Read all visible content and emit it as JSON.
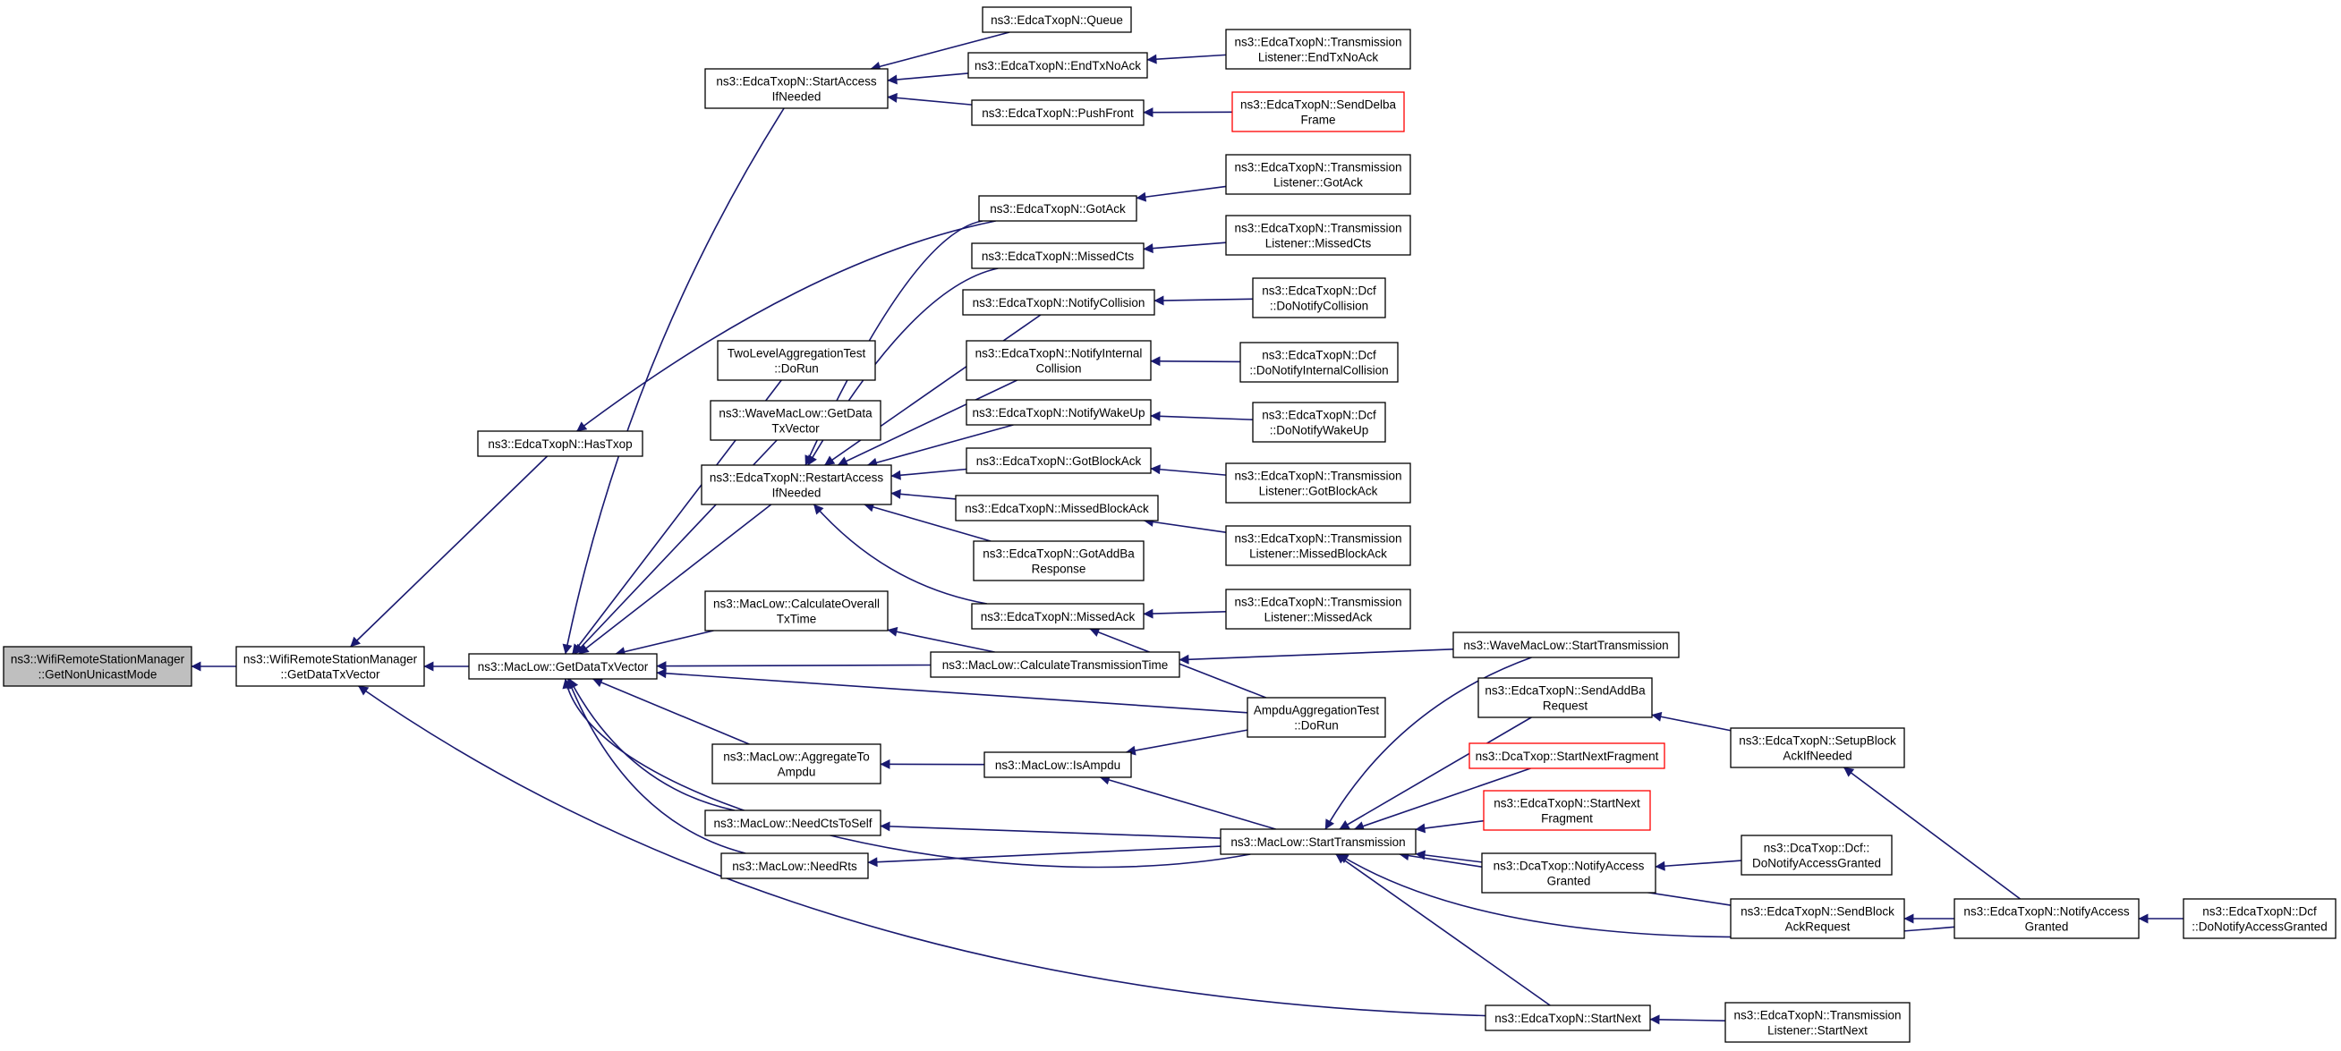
{
  "diagram": {
    "type": "call-graph",
    "colors": {
      "edge": "#191970",
      "node_border": "#000000",
      "highlight_border": "#ff0000",
      "root_fill": "#bfbfbf",
      "background": "#ffffff"
    },
    "nodes": [
      {
        "id": "getNonUnicastMode",
        "lines": [
          "ns3::WifiRemoteStationManager",
          "::GetNonUnicastMode"
        ],
        "style": "root"
      },
      {
        "id": "wrsmGetDataTxVector",
        "lines": [
          "ns3::WifiRemoteStationManager",
          "::GetDataTxVector"
        ]
      },
      {
        "id": "macLowGetDataTxVector",
        "lines": [
          "ns3::MacLow::GetDataTxVector"
        ]
      },
      {
        "id": "hasTxop",
        "lines": [
          "ns3::EdcaTxopN::HasTxop"
        ]
      },
      {
        "id": "startAccessIfNeeded",
        "lines": [
          "ns3::EdcaTxopN::StartAccess",
          "IfNeeded"
        ]
      },
      {
        "id": "queue",
        "lines": [
          "ns3::EdcaTxopN::Queue"
        ]
      },
      {
        "id": "endTxNoAck",
        "lines": [
          "ns3::EdcaTxopN::EndTxNoAck"
        ]
      },
      {
        "id": "pushFront",
        "lines": [
          "ns3::EdcaTxopN::PushFront"
        ]
      },
      {
        "id": "tlEndTxNoAck",
        "lines": [
          "ns3::EdcaTxopN::Transmission",
          "Listener::EndTxNoAck"
        ]
      },
      {
        "id": "sendDelbaFrame",
        "lines": [
          "ns3::EdcaTxopN::SendDelba",
          "Frame"
        ],
        "style": "red"
      },
      {
        "id": "gotAck",
        "lines": [
          "ns3::EdcaTxopN::GotAck"
        ]
      },
      {
        "id": "tlGotAck",
        "lines": [
          "ns3::EdcaTxopN::Transmission",
          "Listener::GotAck"
        ]
      },
      {
        "id": "missedCts",
        "lines": [
          "ns3::EdcaTxopN::MissedCts"
        ]
      },
      {
        "id": "tlMissedCts",
        "lines": [
          "ns3::EdcaTxopN::Transmission",
          "Listener::MissedCts"
        ]
      },
      {
        "id": "notifyCollision",
        "lines": [
          "ns3::EdcaTxopN::NotifyCollision"
        ]
      },
      {
        "id": "dcfDoNotifyCollision",
        "lines": [
          "ns3::EdcaTxopN::Dcf",
          "::DoNotifyCollision"
        ]
      },
      {
        "id": "notifyInternalCollision",
        "lines": [
          "ns3::EdcaTxopN::NotifyInternal",
          "Collision"
        ]
      },
      {
        "id": "dcfDoNotifyInternalCollision",
        "lines": [
          "ns3::EdcaTxopN::Dcf",
          "::DoNotifyInternalCollision"
        ]
      },
      {
        "id": "notifyWakeUp",
        "lines": [
          "ns3::EdcaTxopN::NotifyWakeUp"
        ]
      },
      {
        "id": "dcfDoNotifyWakeUp",
        "lines": [
          "ns3::EdcaTxopN::Dcf",
          "::DoNotifyWakeUp"
        ]
      },
      {
        "id": "gotBlockAck",
        "lines": [
          "ns3::EdcaTxopN::GotBlockAck"
        ]
      },
      {
        "id": "tlGotBlockAck",
        "lines": [
          "ns3::EdcaTxopN::Transmission",
          "Listener::GotBlockAck"
        ]
      },
      {
        "id": "missedBlockAck",
        "lines": [
          "ns3::EdcaTxopN::MissedBlockAck"
        ]
      },
      {
        "id": "tlMissedBlockAck",
        "lines": [
          "ns3::EdcaTxopN::Transmission",
          "Listener::MissedBlockAck"
        ]
      },
      {
        "id": "gotAddBaResponse",
        "lines": [
          "ns3::EdcaTxopN::GotAddBa",
          "Response"
        ]
      },
      {
        "id": "missedAck",
        "lines": [
          "ns3::EdcaTxopN::MissedAck"
        ]
      },
      {
        "id": "tlMissedAck",
        "lines": [
          "ns3::EdcaTxopN::Transmission",
          "Listener::MissedAck"
        ]
      },
      {
        "id": "twoLevelDoRun",
        "lines": [
          "TwoLevelAggregationTest",
          "::DoRun"
        ]
      },
      {
        "id": "waveGetDataTxVector",
        "lines": [
          "ns3::WaveMacLow::GetData",
          "TxVector"
        ]
      },
      {
        "id": "restartAccessIfNeeded",
        "lines": [
          "ns3::EdcaTxopN::RestartAccess",
          "IfNeeded"
        ]
      },
      {
        "id": "calcOverallTxTime",
        "lines": [
          "ns3::MacLow::CalculateOverall",
          "TxTime"
        ]
      },
      {
        "id": "calcTransmissionTime",
        "lines": [
          "ns3::MacLow::CalculateTransmissionTime"
        ]
      },
      {
        "id": "waveStartTransmission",
        "lines": [
          "ns3::WaveMacLow::StartTransmission"
        ]
      },
      {
        "id": "ampduDoRun",
        "lines": [
          "AmpduAggregationTest",
          "::DoRun"
        ]
      },
      {
        "id": "aggregateToAmpdu",
        "lines": [
          "ns3::MacLow::AggregateTo",
          "Ampdu"
        ]
      },
      {
        "id": "isAmpdu",
        "lines": [
          "ns3::MacLow::IsAmpdu"
        ]
      },
      {
        "id": "needCtsToSelf",
        "lines": [
          "ns3::MacLow::NeedCtsToSelf"
        ]
      },
      {
        "id": "needRts",
        "lines": [
          "ns3::MacLow::NeedRts"
        ]
      },
      {
        "id": "startTransmission",
        "lines": [
          "ns3::MacLow::StartTransmission"
        ]
      },
      {
        "id": "sendAddBaRequest",
        "lines": [
          "ns3::EdcaTxopN::SendAddBa",
          "Request"
        ]
      },
      {
        "id": "startNextFragmentDca",
        "lines": [
          "ns3::DcaTxop::StartNextFragment"
        ],
        "style": "red"
      },
      {
        "id": "startNextFragmentEdca",
        "lines": [
          "ns3::EdcaTxopN::StartNext",
          "Fragment"
        ],
        "style": "red"
      },
      {
        "id": "dcaNotifyAccessGranted",
        "lines": [
          "ns3::DcaTxop::NotifyAccess",
          "Granted"
        ]
      },
      {
        "id": "dcaDcfDoNotifyAccessGranted",
        "lines": [
          "ns3::DcaTxop::Dcf::",
          "DoNotifyAccessGranted"
        ]
      },
      {
        "id": "setupBlockAckIfNeeded",
        "lines": [
          "ns3::EdcaTxopN::SetupBlock",
          "AckIfNeeded"
        ]
      },
      {
        "id": "sendBlockAckRequest",
        "lines": [
          "ns3::EdcaTxopN::SendBlock",
          "AckRequest"
        ]
      },
      {
        "id": "edcaNotifyAccessGranted",
        "lines": [
          "ns3::EdcaTxopN::NotifyAccess",
          "Granted"
        ]
      },
      {
        "id": "edcaDcfDoNotifyAccessGranted",
        "lines": [
          "ns3::EdcaTxopN::Dcf",
          "::DoNotifyAccessGranted"
        ]
      },
      {
        "id": "startNext",
        "lines": [
          "ns3::EdcaTxopN::StartNext"
        ]
      },
      {
        "id": "tlStartNext",
        "lines": [
          "ns3::EdcaTxopN::Transmission",
          "Listener::StartNext"
        ]
      }
    ]
  }
}
